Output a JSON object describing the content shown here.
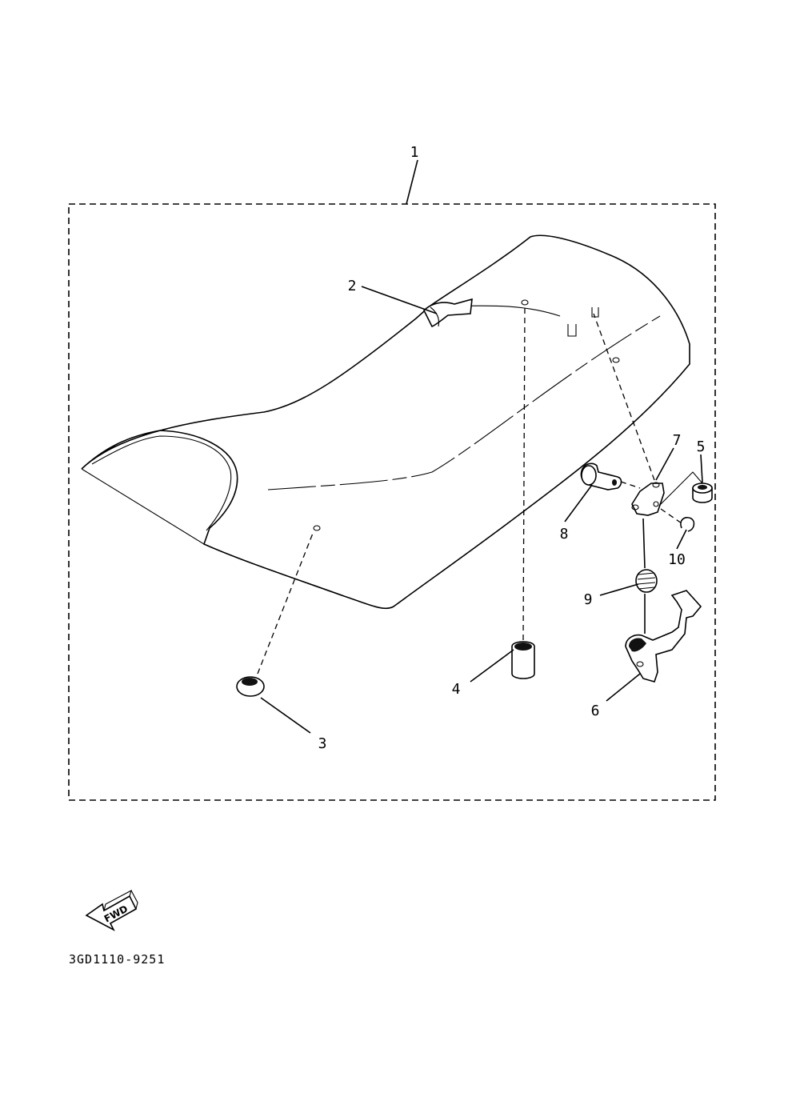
{
  "diagram": {
    "part_numbers": [
      "1",
      "2",
      "3",
      "4",
      "5",
      "6",
      "7",
      "8",
      "9",
      "10"
    ],
    "direction_badge": "FWD",
    "drawing_code": "3GD1110-9251"
  }
}
